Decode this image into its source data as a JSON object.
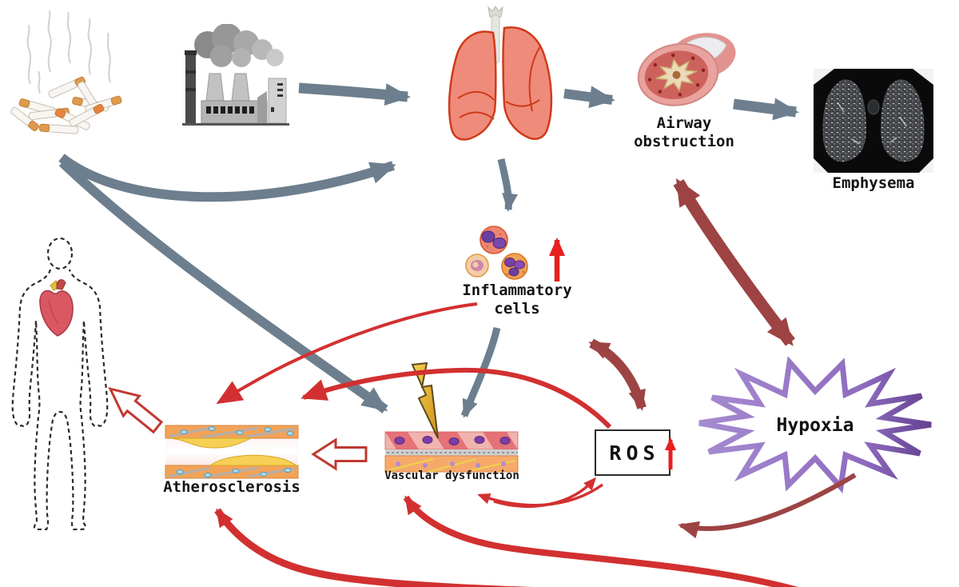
{
  "figure": {
    "type": "pathophysiology-flow-diagram",
    "topic": "Smoking and air pollution leading to COPD (airway obstruction, emphysema) and cardiovascular disease (vascular dysfunction, atherosclerosis) via inflammatory cells, ROS and hypoxia",
    "background": "#ffffff"
  },
  "nodes": {
    "smoking": {
      "label": "",
      "icon": "cigarettes-icon"
    },
    "pollution": {
      "label": "",
      "icon": "factory-icon"
    },
    "lungs": {
      "label": "",
      "icon": "lungs-icon"
    },
    "airway_obstruction": {
      "label": "Airway obstruction",
      "icon": "airway-cross-section-icon"
    },
    "emphysema": {
      "label": "Emphysema",
      "icon": "ct-scan-icon"
    },
    "inflammatory_cells": {
      "label": "Inflammatory cells",
      "icon": "inflammatory-cells-icon",
      "increase_indicator": true
    },
    "body_heart": {
      "label": "",
      "icon": "human-body-heart-icon"
    },
    "atherosclerosis": {
      "label": "Atherosclerosis",
      "icon": "atherosclerotic-vessel-icon"
    },
    "vascular_dysfunction": {
      "label": "Vascular dysfunction",
      "icon": "vessel-wall-icon",
      "stress_icon": "lightning-bolt-icon"
    },
    "ros": {
      "label": "ROS",
      "increase_indicator": true
    },
    "hypoxia": {
      "label": "Hypoxia",
      "icon": "starburst-icon"
    }
  },
  "edges": [
    {
      "from": "smoking",
      "to": "lungs",
      "style": "gray-curved"
    },
    {
      "from": "pollution",
      "to": "lungs",
      "style": "gray-straight"
    },
    {
      "from": "lungs",
      "to": "airway_obstruction",
      "style": "gray-straight"
    },
    {
      "from": "airway_obstruction",
      "to": "emphysema",
      "style": "gray-straight"
    },
    {
      "from": "lungs",
      "to": "inflammatory_cells",
      "style": "gray-straight"
    },
    {
      "from": "smoking",
      "to": "vascular_dysfunction",
      "style": "gray-curved"
    },
    {
      "from": "inflammatory_cells",
      "to": "vascular_dysfunction",
      "style": "gray-curved"
    },
    {
      "from": "airway_obstruction",
      "to": "hypoxia",
      "style": "dark-red-thick",
      "bidirectional": true
    },
    {
      "from": "inflammatory_cells",
      "to": "ros",
      "style": "dark-red-thick",
      "bidirectional": true
    },
    {
      "from": "hypoxia",
      "to": "ros",
      "style": "dark-red"
    },
    {
      "from": "hypoxia",
      "to": "vascular_dysfunction",
      "style": "red-long-bottom"
    },
    {
      "from": "hypoxia",
      "to": "atherosclerosis",
      "style": "red-long-bottom"
    },
    {
      "from": "ros",
      "to": "atherosclerosis",
      "style": "red-tapered"
    },
    {
      "from": "inflammatory_cells",
      "to": "atherosclerosis",
      "style": "red-tapered"
    },
    {
      "from": "vascular_dysfunction",
      "to": "ros",
      "style": "red-thin"
    },
    {
      "from": "ros",
      "to": "vascular_dysfunction",
      "style": "red-thin"
    },
    {
      "from": "vascular_dysfunction",
      "to": "atherosclerosis",
      "style": "hollow-outline"
    },
    {
      "from": "atherosclerosis",
      "to": "body_heart",
      "style": "hollow-outline"
    }
  ],
  "colors": {
    "gray_arrow": "#6d7f8e",
    "dark_red_arrow": "#9d4343",
    "red_arrow": "#d23030",
    "increase_arrow": "#e62020",
    "hollow_arrow_border": "#bf3a30",
    "hypoxia_purple": "#8f6cc0",
    "lightning_gold": "#edbd3e",
    "label_color": "#141414",
    "ros_box_border": "#2a2a2a"
  }
}
